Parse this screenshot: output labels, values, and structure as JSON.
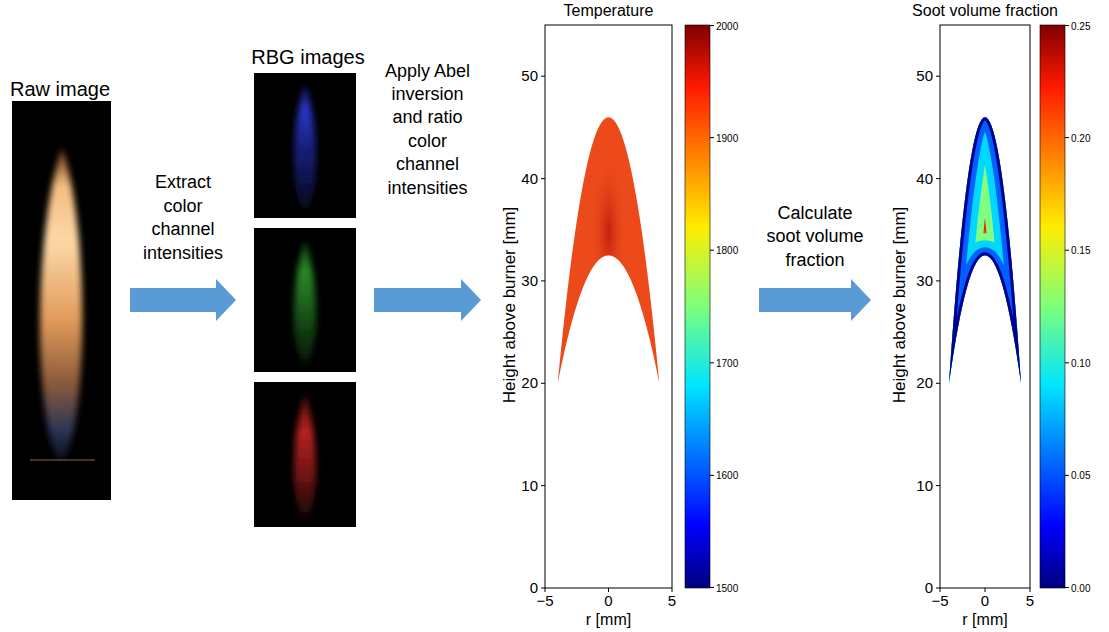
{
  "diagram": {
    "nodes": [
      {
        "text": [
          "Raw image"
        ]
      },
      {
        "text": [
          "RBG images"
        ]
      },
      {
        "text": [
          "Temperature"
        ]
      },
      {
        "text": [
          "Soot volume fraction"
        ]
      }
    ],
    "edges": [
      {
        "from": 0,
        "to": 1,
        "arrow": "to",
        "label": "Extract color channel intensities"
      },
      {
        "from": 1,
        "to": 2,
        "arrow": "to",
        "label": "Apply Abel inversion and ratio color channel intensities"
      },
      {
        "from": 2,
        "to": 3,
        "arrow": "to",
        "label": "Calculate soot volume fraction"
      }
    ],
    "labels": [
      "Height above burner [mm]",
      "0",
      "10",
      "20",
      "30",
      "40",
      "50",
      "−5",
      "0",
      "5",
      "r [mm]",
      "2000",
      "1900",
      "1800",
      "1700",
      "1600",
      "1500",
      "Height above burner [mm]",
      "0",
      "10",
      "20",
      "30",
      "40",
      "50",
      "−5",
      "0",
      "5",
      "r [mm]",
      "0.25",
      "0.20",
      "0.15",
      "0.10",
      "0.05",
      "0.00"
    ]
  }
}
